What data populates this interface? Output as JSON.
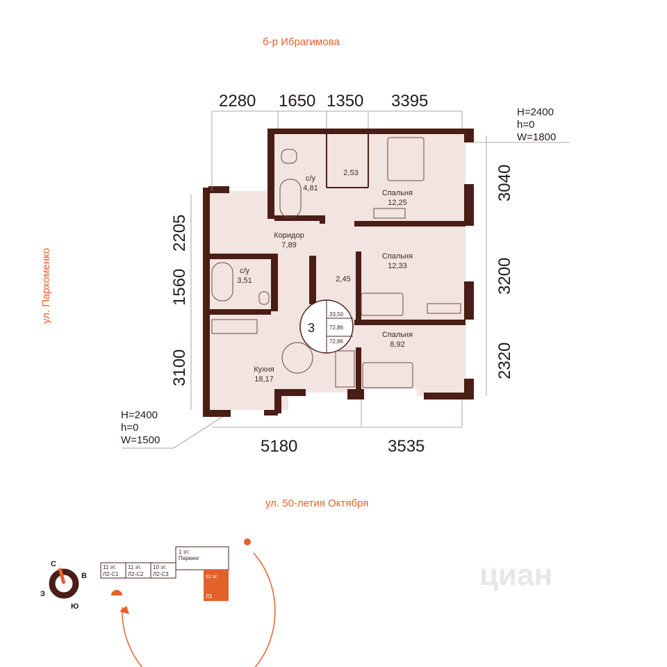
{
  "streets": {
    "north": "б-р Ибрагимова",
    "west": "ул. Пархоменко",
    "south": "ул. 50-летия Октября"
  },
  "dimensions": {
    "top": [
      "2280",
      "1650",
      "1350",
      "3395"
    ],
    "left": [
      "2205",
      "1560",
      "3100"
    ],
    "right": [
      "3040",
      "3200",
      "2320"
    ],
    "bottom": [
      "5180",
      "3535"
    ]
  },
  "windows": {
    "top_right": {
      "h_big": "H=2400",
      "h_small": "h=0",
      "w": "W=1800"
    },
    "bottom_left": {
      "h_big": "H=2400",
      "h_small": "h=0",
      "w": "W=1500"
    }
  },
  "rooms": [
    {
      "name": "с/у",
      "area": "4,81"
    },
    {
      "name": "",
      "area": "2,53"
    },
    {
      "name": "Спальня",
      "area": "12,25"
    },
    {
      "name": "Коридор",
      "area": "7,89"
    },
    {
      "name": "с/у",
      "area": "3,51"
    },
    {
      "name": "",
      "area": "2,45"
    },
    {
      "name": "Спальня",
      "area": "12,33"
    },
    {
      "name": "Спальня",
      "area": "8,92"
    },
    {
      "name": "Кухня",
      "area": "18,17"
    }
  ],
  "summary": {
    "rooms_count": "3",
    "living_area": "33,50",
    "total_area": "72,86",
    "total_area_2": "72,86"
  },
  "site": {
    "blocks": [
      {
        "floors": "11 эт.",
        "code": "Л2-С1"
      },
      {
        "floors": "11 эт.",
        "code": "Л2-С2"
      },
      {
        "floors": "10 эт.",
        "code": "Л2-С3"
      }
    ],
    "parking": {
      "floors": "1 эт.",
      "label": "Паркинг"
    },
    "highlighted": {
      "floors": "32 эт.",
      "code": "Л1"
    }
  },
  "compass": {
    "north": "С",
    "east": "В",
    "south": "Ю",
    "west": "З"
  },
  "watermark": "циан",
  "colors": {
    "wall": "#4a1d17",
    "floor": "#f2e4e0",
    "accent": "#e3612a",
    "text": "#231a18"
  }
}
